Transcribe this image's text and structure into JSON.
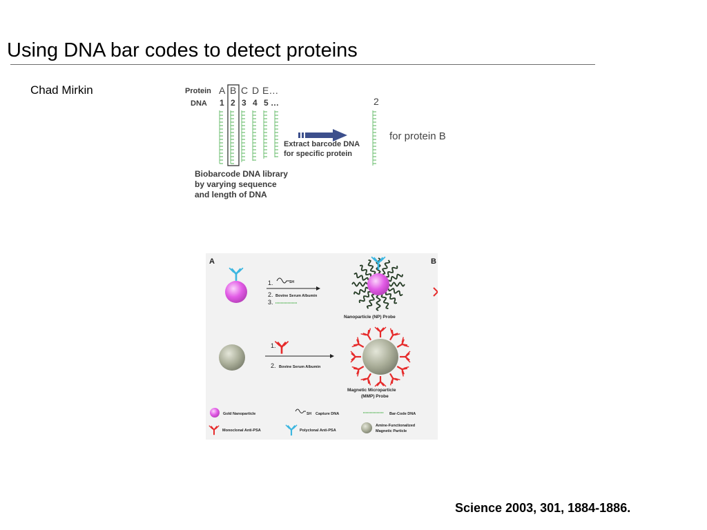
{
  "slide": {
    "title": "Using DNA bar codes to detect proteins",
    "author": "Chad Mirkin",
    "citation": "Science 2003, 301, 1884-1886."
  },
  "figure1": {
    "protein_label": "Protein",
    "dna_label": "DNA",
    "protein_letters": [
      "A",
      "B",
      "C",
      "D",
      "E…"
    ],
    "dna_numbers": [
      "1",
      "2",
      "3",
      "4",
      "5 …"
    ],
    "library_caption": [
      "Biobarcode DNA library",
      "by varying sequence",
      "and length of DNA"
    ],
    "arrow_caption": [
      "Extract barcode DNA",
      "for specific protein"
    ],
    "extracted_number": "2",
    "result_label": "for protein B",
    "colors": {
      "dna_strand": "#6fbf73",
      "arrow": "#3c4f8c",
      "text": "#3a3a3a"
    }
  },
  "figure2": {
    "panel_a": "A",
    "panel_b": "B",
    "step1_np": "1.",
    "step1_sh": "SH",
    "step2_np_num": "2.",
    "step2_np": "Bovine Serum Albumin",
    "step3_np": "3.",
    "np_probe_label": "Nanoparticle (NP) Probe",
    "step1_mmp": "1.",
    "step2_mmp_num": "2.",
    "step2_mmp": "Bovine Serum Albumin",
    "mmp_probe_label": [
      "Magnetic Microparticle",
      "(MMP) Probe"
    ],
    "legend": {
      "gold": "Gold Nanoparticle",
      "capture_sh": "SH",
      "capture": "Capture DNA",
      "barcode": "Bar-Code DNA",
      "mono": "Monoclonal Anti-PSA",
      "poly": "Polyclonal Anti-PSA",
      "magnetic": [
        "Amine-Functionalized",
        "Magnetic Particle"
      ]
    },
    "colors": {
      "background": "#f2f2f2",
      "gold_nanoparticle": "#e25ce6",
      "magnetic_particle": "#a9ad98",
      "polyclonal": "#3cb6e0",
      "monoclonal": "#e62b2b",
      "barcode": "#3daa3d"
    }
  }
}
